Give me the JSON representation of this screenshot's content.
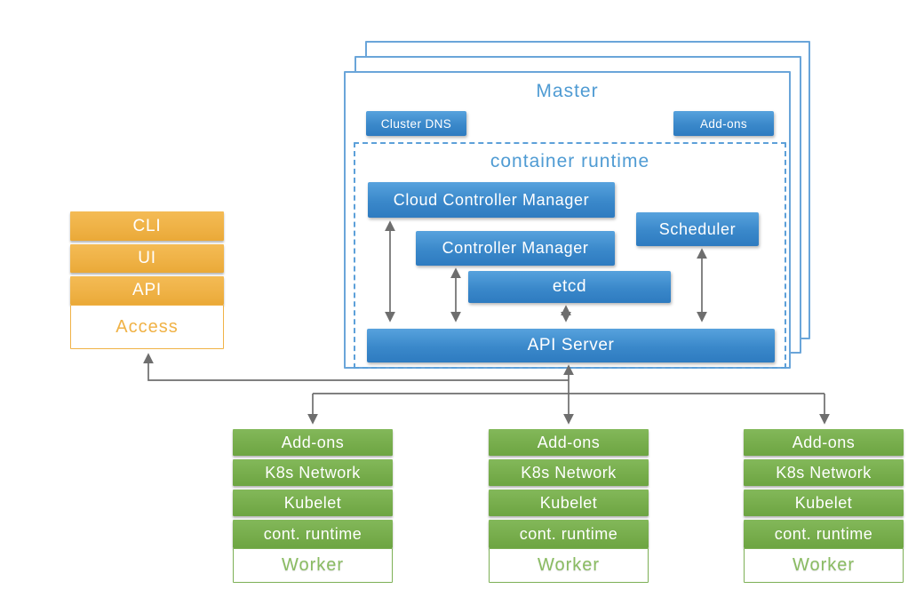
{
  "master": {
    "title": "Master",
    "cluster_dns_label": "Cluster DNS",
    "addons_label": "Add-ons",
    "runtime": {
      "title": "container runtime",
      "components": {
        "cloud_controller_manager": "Cloud Controller Manager",
        "controller_manager": "Controller Manager",
        "scheduler": "Scheduler",
        "etcd": "etcd",
        "api_server": "API Server"
      }
    }
  },
  "access": {
    "items": [
      "CLI",
      "UI",
      "API"
    ],
    "label": "Access"
  },
  "workers": [
    {
      "items": [
        "Add-ons",
        "K8s Network",
        "Kubelet",
        "cont. runtime"
      ],
      "label": "Worker"
    },
    {
      "items": [
        "Add-ons",
        "K8s Network",
        "Kubelet",
        "cont. runtime"
      ],
      "label": "Worker"
    },
    {
      "items": [
        "Add-ons",
        "K8s Network",
        "Kubelet",
        "cont. runtime"
      ],
      "label": "Worker"
    }
  ],
  "colors": {
    "blue_box": "#3a88ca",
    "blue_border": "#6aa5d9",
    "blue_text": "#4f9bd3",
    "orange": "#efb246",
    "green": "#77ad4c",
    "arrow_gray": "#6e6e6e"
  }
}
